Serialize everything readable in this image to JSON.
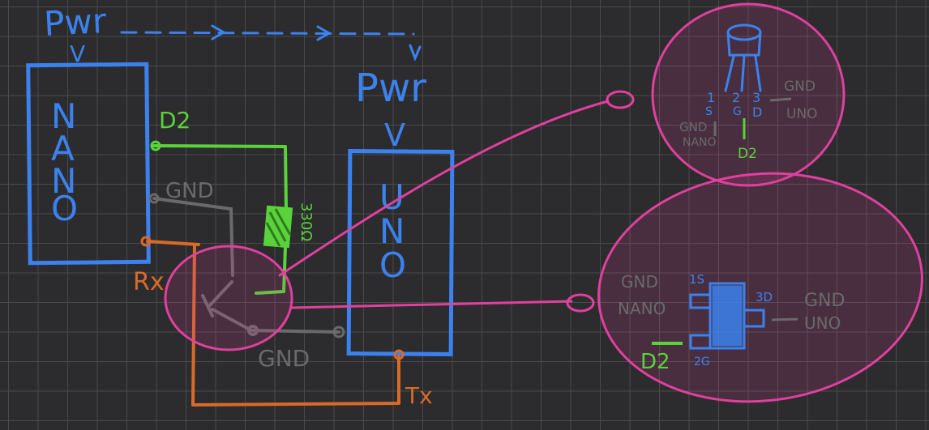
{
  "colors": {
    "background": "#2c2c2e",
    "grid": "#4a4a4d",
    "blue": "#3c82ee",
    "green": "#5ad33a",
    "grey": "#6a6a6a",
    "orange": "#d86a2a",
    "magenta": "#e0409e"
  },
  "nano": {
    "pwr_label": "Pwr",
    "pwr_arrow": "V",
    "name_letters": [
      "N",
      "A",
      "N",
      "O"
    ]
  },
  "uno": {
    "pwr_label": "Pwr",
    "pwr_arrow": "V",
    "name_letters": [
      "U",
      "N",
      "O"
    ]
  },
  "wires": {
    "d2_label": "D2",
    "gnd_top_label": "GND",
    "gnd_bottom_label": "GND",
    "rx_label": "Rx",
    "tx_label": "Tx",
    "resistor_label": "330Ω"
  },
  "top_detail": {
    "pin_numbers": [
      "1",
      "2",
      "3"
    ],
    "pin_letters": [
      "S",
      "G",
      "D"
    ],
    "gnd_uno_label": [
      "GND",
      "UNO"
    ],
    "gnd_nano_label": [
      "GND",
      "NANO"
    ],
    "d2_label": "D2"
  },
  "bottom_detail": {
    "gnd_nano_label": [
      "GND",
      "NANO"
    ],
    "s_label": "1S",
    "d_label": "3D",
    "g_label": "2G",
    "gnd_uno_label": [
      "GND",
      "UNO"
    ],
    "d2_label": "D2"
  }
}
